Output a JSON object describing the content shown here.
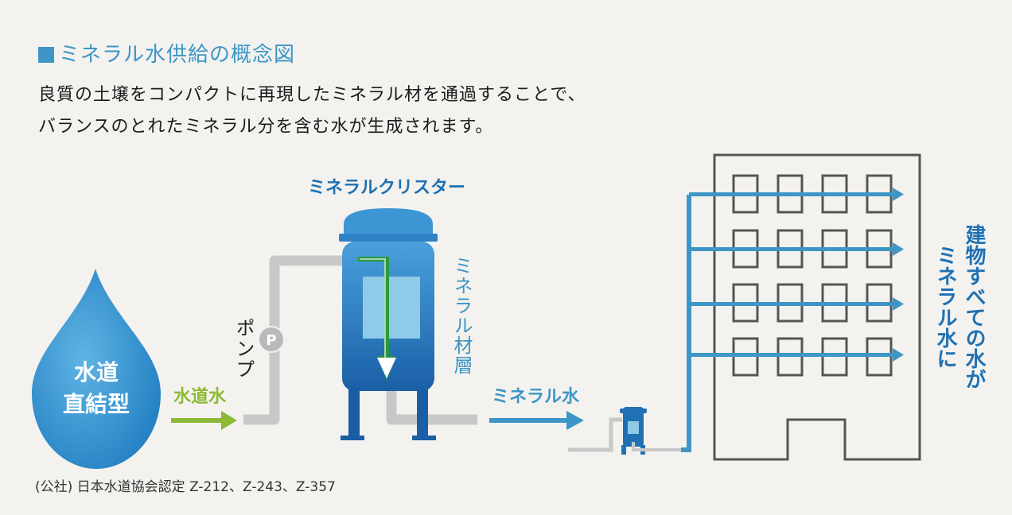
{
  "header": {
    "title": "ミネラル水供給の概念図"
  },
  "description": {
    "line1": "良質の土壌をコンパクトに再現したミネラル材を通過することで、",
    "line2": "バランスのとれたミネラル分を含む水が生成されます。"
  },
  "diagram": {
    "drop_line1": "水道",
    "drop_line2": "直結型",
    "tap_water_label": "水道水",
    "pump_label": "ポンプ",
    "pump_symbol": "P",
    "tank_label": "ミネラルクリスター",
    "material_layer_label": "ミネラル材層",
    "mineral_water_label": "ミネラル水",
    "building_label_col1": "建物すべての水が",
    "building_label_col2": "ミネラル水に"
  },
  "colors": {
    "accent_blue": "#3d96c6",
    "tank_blue": "#1f71b3",
    "arrow_green": "#8cba34",
    "flow_green": "#2a9a3e",
    "pipe_gray": "#c8c8c8",
    "outline_gray": "#555555"
  },
  "footnote": "(公社) 日本水道協会認定 Z-212、Z-243、Z-357"
}
